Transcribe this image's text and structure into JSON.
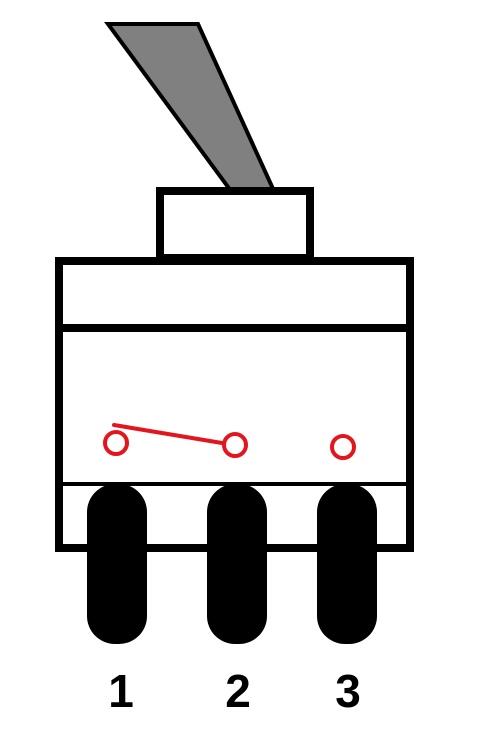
{
  "diagram": {
    "lever_color": "#808080",
    "outline_color": "#000000",
    "body_fill": "#ffffff",
    "terminal_color": "#000000",
    "contact_color": "#e4161d",
    "pins": [
      {
        "label": "1"
      },
      {
        "label": "2"
      },
      {
        "label": "3"
      }
    ]
  }
}
